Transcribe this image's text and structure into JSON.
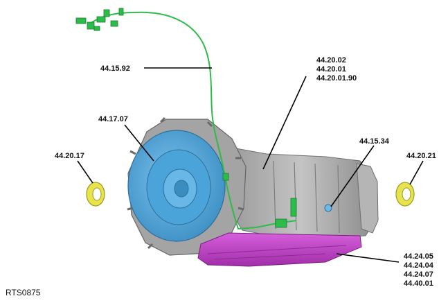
{
  "figure_ref": "RTS0875",
  "labels": {
    "harness": "44.15.92",
    "converter": "44.17.07",
    "seal_left": "44.20.17",
    "seal_right": "44.20.21",
    "housing": [
      "44.20.02",
      "44.20.01",
      "44.20.01.90"
    ],
    "sensor": "44.15.34",
    "sump": [
      "44.24.05",
      "44.24.04",
      "44.24.07",
      "44.40.01"
    ]
  },
  "colors": {
    "housing": "#a9a9a9",
    "converter": "#4aa3d9",
    "harness": "#2dbb4a",
    "sump": "#c23fc8",
    "seal": "#e6e34d",
    "sensor": "#6fb8e8",
    "leader": "#000000"
  }
}
